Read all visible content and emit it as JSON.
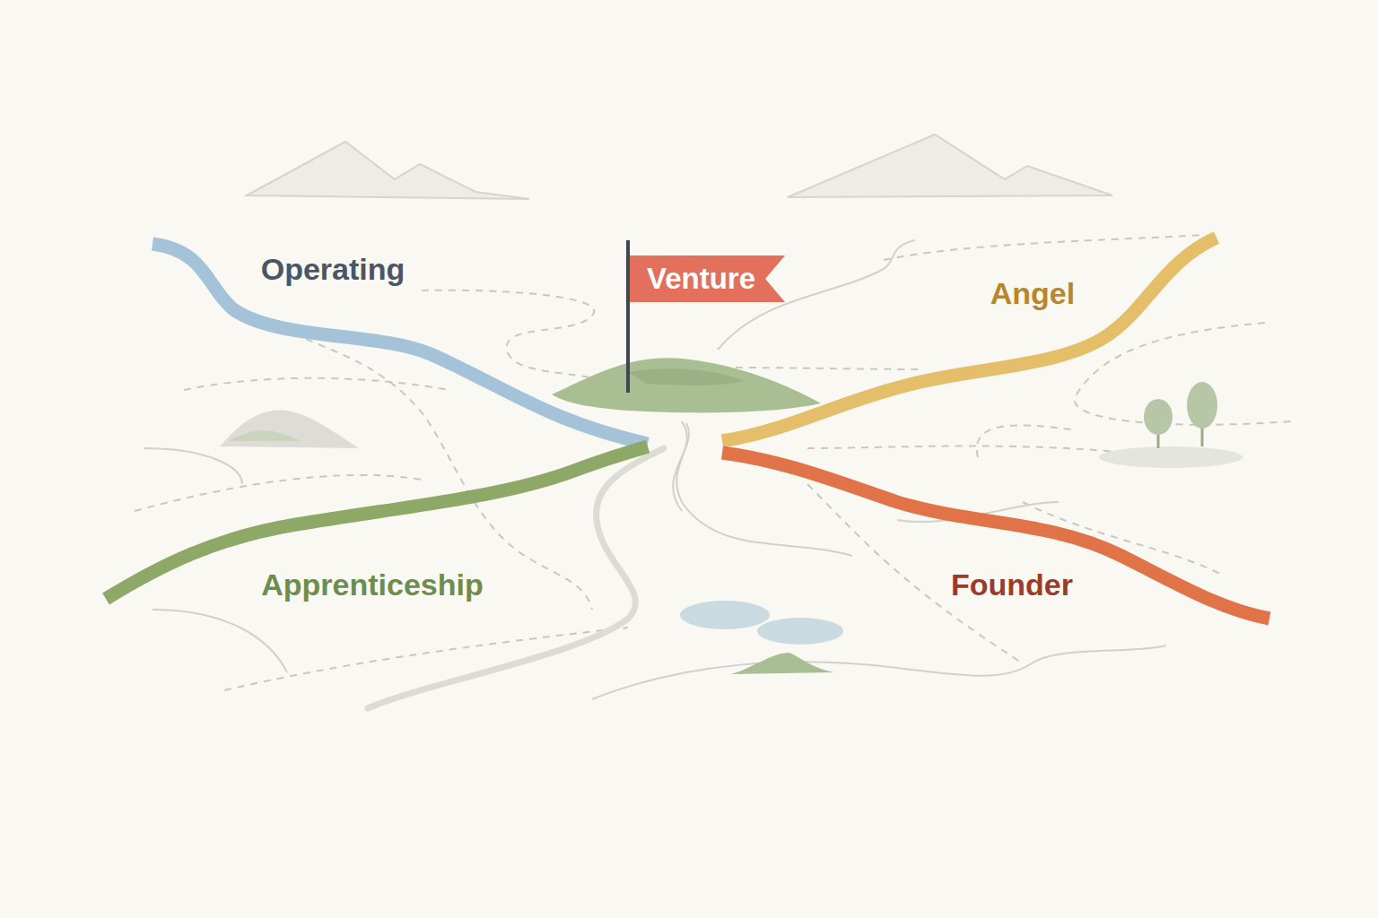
{
  "diagram": {
    "nodes": [
      {
        "text": [
          "Venture"
        ]
      }
    ],
    "labels": [
      "Operating",
      "Angel",
      "Apprenticeship",
      "Founder"
    ]
  }
}
